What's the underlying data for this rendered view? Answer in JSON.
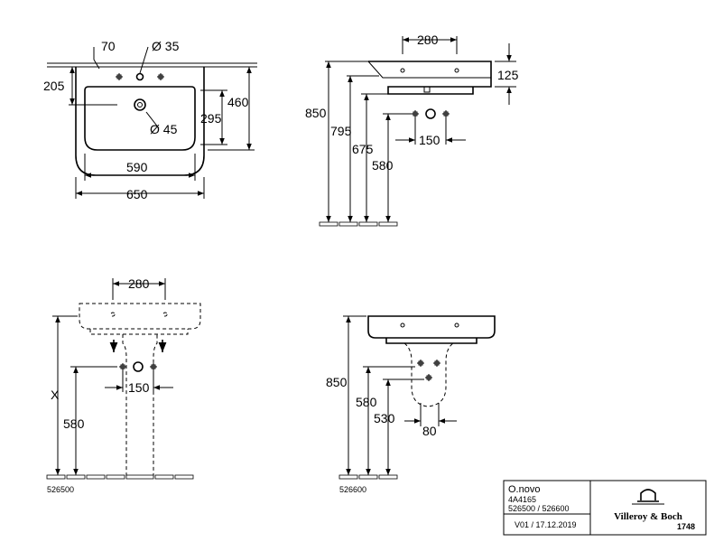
{
  "top_view": {
    "dims": {
      "d70": "70",
      "d35": "Ø 35",
      "d205": "205",
      "d460": "460",
      "d295": "295",
      "d45": "Ø 45",
      "d590": "590",
      "d650": "650"
    }
  },
  "side_view": {
    "dims": {
      "d280": "280",
      "d125": "125",
      "d850": "850",
      "d795": "795",
      "d675": "675",
      "d580": "580",
      "d150": "150"
    }
  },
  "pedestal_view": {
    "dims": {
      "d280": "280",
      "dX": "X",
      "d580": "580",
      "d150": "150"
    },
    "code": "526500"
  },
  "semi_pedestal_view": {
    "dims": {
      "d850": "850",
      "d580": "580",
      "d530": "530",
      "d80": "80"
    },
    "code": "526600"
  },
  "title_block": {
    "product": "O.novo",
    "article": "4A4165",
    "variants": "526500 / 526600",
    "version": "V01 / 17.12.2019",
    "brand": "Villeroy & Boch",
    "year": "1748"
  }
}
